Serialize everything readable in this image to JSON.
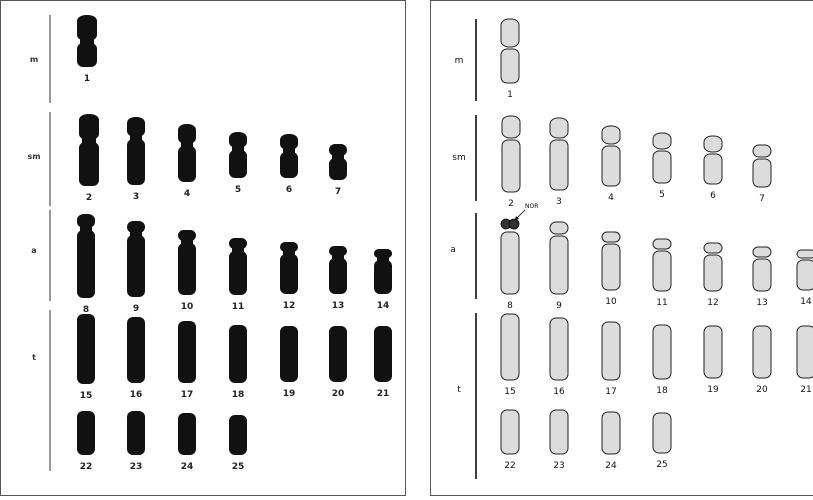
{
  "left_karyotype": {
    "style": "dark",
    "groups": [
      {
        "label": "m",
        "chromosomes": [
          "1"
        ]
      },
      {
        "label": "sm",
        "chromosomes": [
          "2",
          "3",
          "4",
          "5",
          "6",
          "7"
        ]
      },
      {
        "label": "a",
        "chromosomes": [
          "8",
          "9",
          "10",
          "11",
          "12",
          "13",
          "14"
        ]
      },
      {
        "label": "t",
        "chromosomes": [
          "15",
          "16",
          "17",
          "18",
          "19",
          "20",
          "21",
          "22",
          "23",
          "24",
          "25"
        ]
      }
    ]
  },
  "right_karyotype": {
    "style": "outline",
    "nor_label": "NOR",
    "groups": [
      {
        "label": "m",
        "chromosomes": [
          "1"
        ]
      },
      {
        "label": "sm",
        "chromosomes": [
          "2",
          "3",
          "4",
          "5",
          "6",
          "7"
        ]
      },
      {
        "label": "a",
        "chromosomes": [
          "8",
          "9",
          "10",
          "11",
          "12",
          "13",
          "14"
        ]
      },
      {
        "label": "t",
        "chromosomes": [
          "15",
          "16",
          "17",
          "18",
          "19",
          "20",
          "21",
          "22",
          "23",
          "24",
          "25"
        ]
      }
    ]
  },
  "colors": {
    "dark_fill": "#111111",
    "light_fill": "#dcdcdc",
    "outline": "#222222",
    "nor_fill": "#333333"
  }
}
